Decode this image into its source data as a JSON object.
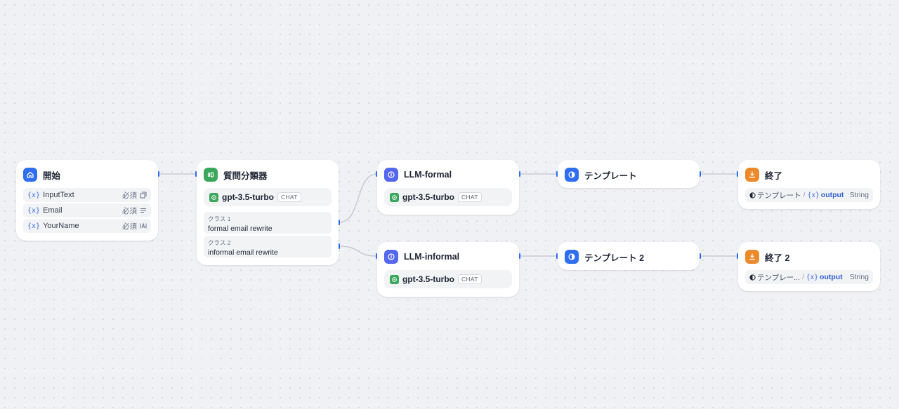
{
  "nodes": {
    "start": {
      "title": "開始",
      "vars": [
        {
          "name": "InputText",
          "required": "必須",
          "type_icon": "paragraph-icon"
        },
        {
          "name": "Email",
          "required": "必須",
          "type_icon": "text-lines-icon"
        },
        {
          "name": "YourName",
          "required": "必須",
          "type_icon": "text-cursor-icon"
        }
      ],
      "var_symbol": "{x}"
    },
    "classifier": {
      "title": "質問分類器",
      "model": "gpt-3.5-turbo",
      "badge": "CHAT",
      "classes": [
        {
          "name": "クラス 1",
          "value": "formal email rewrite"
        },
        {
          "name": "クラス 2",
          "value": "informal email rewrite"
        }
      ]
    },
    "llm_formal": {
      "title": "LLM-formal",
      "model": "gpt-3.5-turbo",
      "badge": "CHAT"
    },
    "llm_informal": {
      "title": "LLM-informal",
      "model": "gpt-3.5-turbo",
      "badge": "CHAT"
    },
    "template1": {
      "title": "テンプレート"
    },
    "template2": {
      "title": "テンプレート 2"
    },
    "end1": {
      "title": "終了",
      "source": "テンプレート",
      "sep": "/",
      "var_symbol": "{x}",
      "var": "output",
      "type": "String"
    },
    "end2": {
      "title": "終了 2",
      "source": "テンプレー...",
      "sep": "/",
      "var_symbol": "{x}",
      "var": "output",
      "type": "String"
    }
  },
  "colors": {
    "start": "#2f6ef0",
    "llm": "#5467ee",
    "classifier": "#3aa75c",
    "template": "#2f6ef0",
    "end": "#ec8a2b",
    "variable": "#3d6de0"
  }
}
